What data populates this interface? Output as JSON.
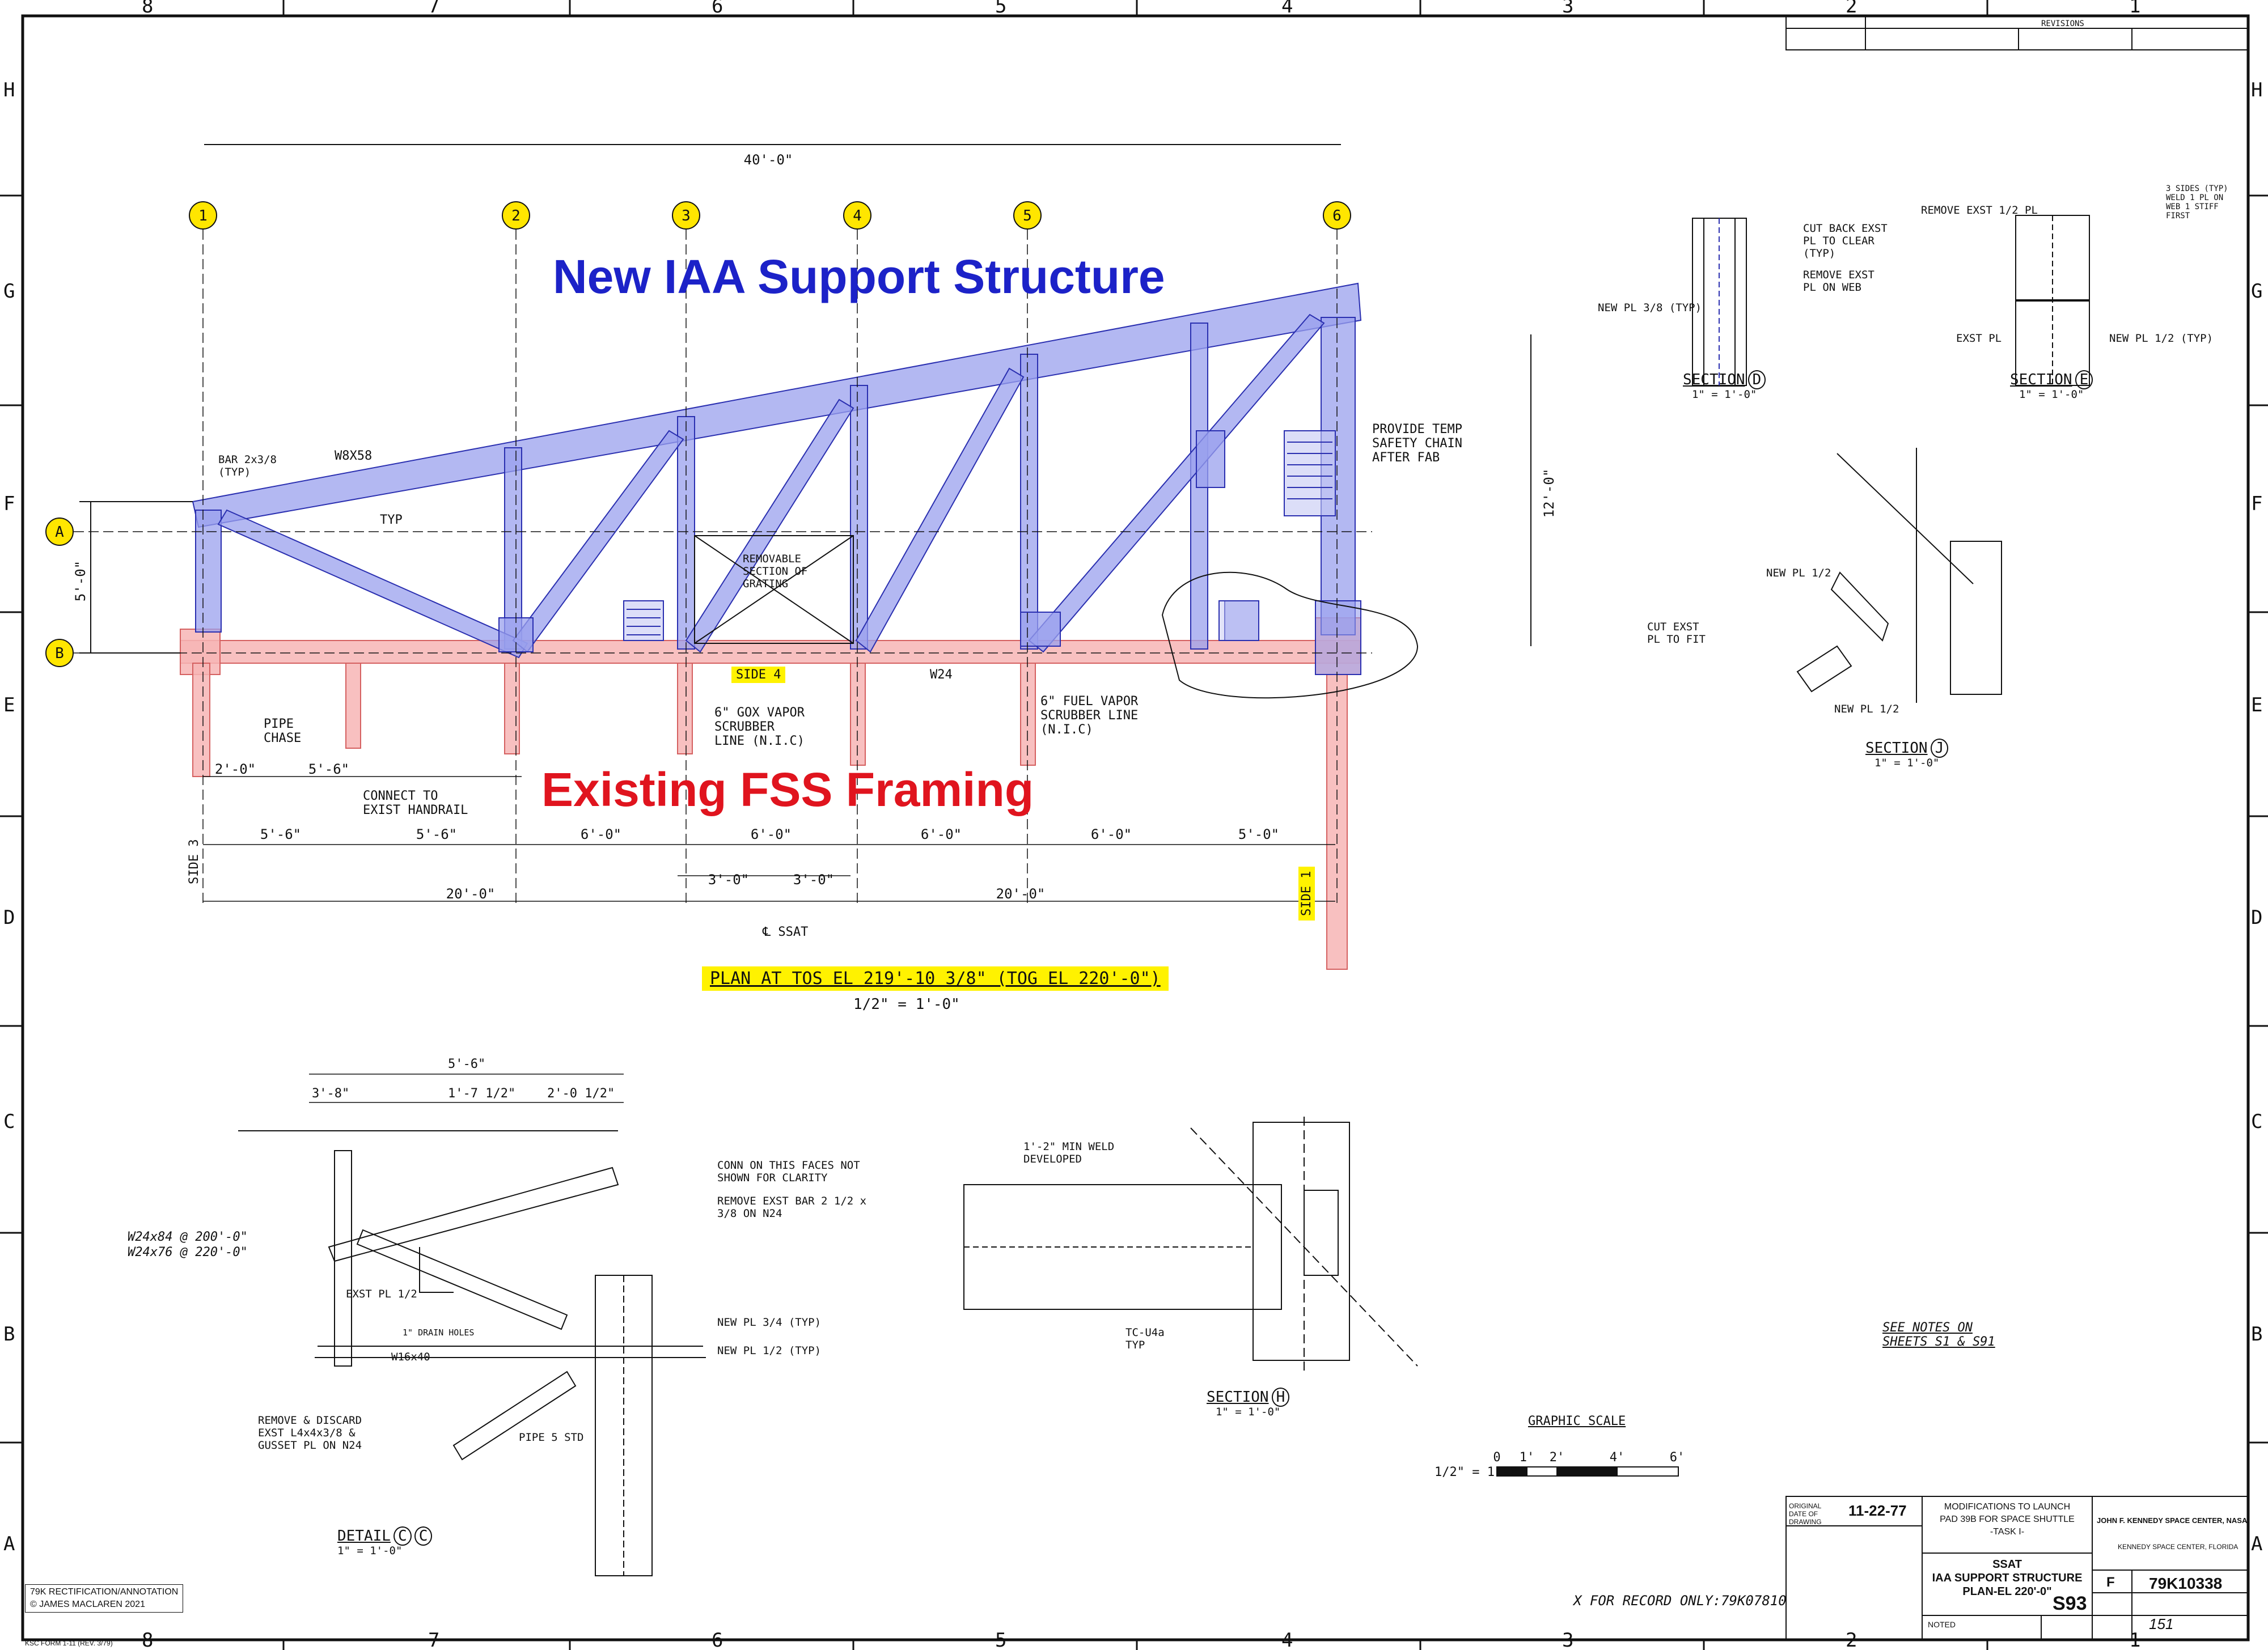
{
  "titles": {
    "new_structure": "New IAA Support Structure",
    "existing_framing": "Existing FSS Framing",
    "plan_title": "PLAN AT TOS EL 219'-10 3/8\" (TOG EL 220'-0\")",
    "plan_scale": "1/2\" = 1'-0\""
  },
  "grid": {
    "columns": [
      "1",
      "2",
      "3",
      "4",
      "5",
      "6"
    ],
    "rows": [
      "A",
      "B"
    ]
  },
  "border": {
    "top_numbers": [
      "8",
      "7",
      "6",
      "5",
      "4",
      "3",
      "2",
      "1"
    ],
    "side_letters": [
      "H",
      "G",
      "F",
      "E",
      "D",
      "C",
      "B",
      "A"
    ]
  },
  "dimensions": {
    "overall": "40'-0\"",
    "height": "12'-0\"",
    "left_height": "5'-0\"",
    "plan_row1": [
      "5'-6\"",
      "5'-6\"",
      "6'-0\"",
      "6'-0\"",
      "6'-0\"",
      "6'-0\"",
      "5'-0\""
    ],
    "plan_row2": [
      "3'-0\"",
      "3'-0\""
    ],
    "plan_row3": [
      "20'-0\"",
      "20'-0\""
    ],
    "small": [
      "2'-0\"",
      "5'-6\""
    ]
  },
  "plan_labels": {
    "side4": "SIDE 4",
    "side1": "SIDE 1",
    "side3": "SIDE 3",
    "ssat": "℄ SSAT",
    "w24": "W24",
    "pipe_chase": "PIPE CHASE",
    "handrail": "CONNECT TO EXIST HANDRAIL",
    "scrubber_left": "6\" GOX VAPOR SCRUBBER LINE (N.I.C)",
    "scrubber_right": "6\" FUEL VAPOR SCRUBBER LINE (N.I.C)",
    "removable": "REMOVABLE SECTION OF GRATING",
    "safety_chain": "PROVIDE TEMP SAFETY CHAIN AFTER FAB",
    "top_chord": "W8X58",
    "bar": "BAR 2x3/8 (TYP)",
    "typ": "TYP"
  },
  "sections": {
    "d": {
      "title": "SECTION",
      "letter": "D",
      "scale": "1\" = 1'-0\"",
      "notes": [
        "CUT BACK EXST PL TO CLEAR (TYP)",
        "REMOVE EXST PL ON WEB",
        "NEW PL 3/8 (TYP)"
      ]
    },
    "e": {
      "title": "SECTION",
      "letter": "E",
      "scale": "1\" = 1'-0\"",
      "notes": [
        "REMOVE EXST 1/2 PL",
        "3 SIDES (TYP) WELD 1 PL ON WEB 1 STIFF FIRST",
        "NEW PL 1/2 (TYP)",
        "EXST PL"
      ]
    },
    "j": {
      "title": "SECTION",
      "letter": "J",
      "scale": "1\" = 1'-0\"",
      "notes": [
        "CUT EXST PL TO FIT",
        "NEW PL 1/2",
        "NEW PL 1/2"
      ]
    },
    "h": {
      "title": "SECTION",
      "letter": "H",
      "scale": "1\" = 1'-0\"",
      "notes": [
        "1'-2\" MIN WELD DEVELOPED",
        "TC-U4a TYP"
      ]
    },
    "detail": {
      "title": "DETAIL",
      "letters": [
        "C",
        "C"
      ],
      "scale": "1\" = 1'-0\"",
      "notes": [
        "CONN ON THIS FACES NOT SHOWN FOR CLARITY",
        "REMOVE EXST BAR 2 1/2 x 3/8 ON N24",
        "NEW PL 3/4 (TYP)",
        "NEW PL 1/2 (TYP)",
        "REMOVE & DISCARD EXST L4x4x3/8 & GUSSET PL ON N24",
        "PIPE 5 STD",
        "W24x84 @ 200'-0\"",
        "W24x76 @ 220'-0\"",
        "W16x40",
        "1\" DRAIN HOLES",
        "EXST PL 1/2"
      ],
      "dims": [
        "5'-6\"",
        "3'-8\"",
        "1'-7 1/2\"",
        "2'-0 1/2\""
      ]
    }
  },
  "graphic_scale": {
    "title": "GRAPHIC SCALE",
    "ticks": [
      "0",
      "1'",
      "2'",
      "4'",
      "6'"
    ],
    "ratio": "1/2\" = 1'-0\""
  },
  "see_notes": "SEE NOTES ON SHEETS S1 & S91",
  "record_note": "X FOR RECORD ONLY:79K07810",
  "credit": [
    "79K RECTIFICATION/ANNOTATION",
    "© JAMES MACLAREN 2021"
  ],
  "form_no": "KSC FORM 1-11 (REV. 3/79)",
  "title_block": {
    "date_label": "ORIGINAL DATE OF DRAWING",
    "date": "11-22-77",
    "project": [
      "MODIFICATIONS TO LAUNCH",
      "PAD 39B FOR SPACE SHUTTLE",
      "-TASK I-"
    ],
    "drawing_title": [
      "SSAT",
      "IAA SUPPORT STRUCTURE",
      "PLAN-EL 220'-0\""
    ],
    "agency": "JOHN F. KENNEDY SPACE CENTER, NASA",
    "location": "KENNEDY SPACE CENTER, FLORIDA",
    "sheet": "S93",
    "drawing_no": "79K10338",
    "size": "F",
    "sheet_count": "151",
    "scale": "NOTED",
    "revisions": "REVISIONS"
  }
}
